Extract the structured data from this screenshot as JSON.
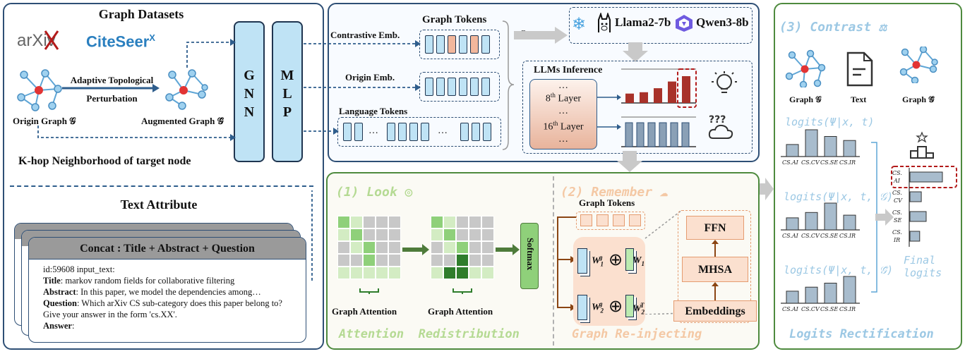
{
  "datasets": {
    "title": "Graph Datasets",
    "arxiv_logo": "arXiv",
    "citeseer_logo": "CiteSeer",
    "citeseer_sup": "X",
    "perturb_line1": "Adaptive Topological",
    "perturb_line2": "Perturbation",
    "origin_label": "Origin Graph 𝒢",
    "aug_label": "Augmented Graph 𝒢̃",
    "khop": "K-hop Neighborhood of target node",
    "text_attr_title": "Text Attribute",
    "concat_header": "Concat : Title + Abstract + Question",
    "id_line": "id:59608  input_text:",
    "title_key": "Title",
    "title_val": ": markov random fields for collaborative filtering",
    "abstract_key": "Abstract",
    "abstract_val": ": In this paper, we model the dependencies among…",
    "question_key": "Question",
    "question_val": ": Which arXiv CS sub-category does this paper belong to? Give your answer in the form 'cs.XX'.",
    "answer_key": "Answer",
    "answer_val": ":"
  },
  "encoders": {
    "gnn": "GNN",
    "mlp": "MLP"
  },
  "tokens": {
    "graph_tokens": "Graph Tokens",
    "contrastive": "Contrastive Emb.",
    "origin": "Origin Emb.",
    "language": "Language Tokens",
    "concat": "Concat",
    "llama": "Llama2-7b",
    "qwen": "Qwen3-8b",
    "inference_title": "LLMs Inference",
    "layer8_base": "8",
    "layer8_sup": "th",
    "layer8_tail": " Layer",
    "layer16_base": "16",
    "layer16_sup": "th",
    "layer16_tail": " Layer",
    "dots": "…"
  },
  "look": {
    "title": "(1) Look",
    "graph_attention_1": "Graph Attention",
    "graph_attention_2": "Graph Attention",
    "softmax": "Softmax",
    "footer": "Attention  Redistribution"
  },
  "remember": {
    "title": "(2) Remember",
    "graph_tokens": "Graph Tokens",
    "ffn": "FFN",
    "mhsa": "MHSA",
    "embeddings": "Embeddings",
    "w1g": "W",
    "w1": "W",
    "w2g": "W",
    "w2t": "W",
    "footer": "Graph Re-injecting"
  },
  "contrast": {
    "title": "(3) Contrast",
    "graph_label": "Graph 𝒢",
    "text_label": "Text",
    "graph_aug_label": "Graph 𝒢̃",
    "logit1": "logits(Ψ|x, t)",
    "logit2": "logits(Ψ|x, t, 𝒢)",
    "logit3": "logits(Ψ|x, t, 𝒢̃)",
    "cats": [
      "CS.AI",
      "CS.CV",
      "CS.SE",
      "CS.IR"
    ],
    "final_cats": [
      "CS. AI",
      "CS. CV",
      "CS. SE",
      "CS. IR"
    ],
    "final_label": "Final logits",
    "footer": "Logits Rectification"
  },
  "chart_data": [
    {
      "type": "bar",
      "title": "logits(Ψ|x, t)",
      "categories": [
        "CS.AI",
        "CS.CV",
        "CS.SE",
        "CS.IR"
      ],
      "values": [
        0.45,
        1.0,
        0.75,
        0.6
      ]
    },
    {
      "type": "bar",
      "title": "logits(Ψ|x, t, 𝒢)",
      "categories": [
        "CS.AI",
        "CS.CV",
        "CS.SE",
        "CS.IR"
      ],
      "values": [
        0.45,
        0.65,
        1.0,
        0.55
      ]
    },
    {
      "type": "bar",
      "title": "logits(Ψ|x, t, 𝒢̃)",
      "categories": [
        "CS.AI",
        "CS.CV",
        "CS.SE",
        "CS.IR"
      ],
      "values": [
        0.45,
        0.6,
        0.75,
        1.0
      ]
    },
    {
      "type": "bar",
      "title": "Final logits",
      "categories": [
        "CS. AI",
        "CS. CV",
        "CS. SE",
        "CS. IR"
      ],
      "values": [
        1.0,
        0.35,
        0.5,
        0.3
      ]
    },
    {
      "type": "bar",
      "categories": [
        "8th Layer"
      ],
      "values": [
        0.35,
        0.4,
        0.55,
        0.8,
        1.0
      ],
      "colors": [
        "#a8322a"
      ]
    },
    {
      "type": "bar",
      "categories": [
        "16th Layer"
      ],
      "values": [
        1,
        1,
        1,
        1,
        1,
        1
      ]
    }
  ],
  "colors": {
    "panel_border": "#2e4f75",
    "token": "#bfe3f5",
    "highlight": "#f2b79c",
    "bar_blue": "#a8bccd",
    "bar_red": "#a8322a",
    "green_dark": "#2f7d2c",
    "green_mid": "#8fd07a",
    "green_light": "#d3ecc3",
    "grey": "#c8c8c8"
  }
}
